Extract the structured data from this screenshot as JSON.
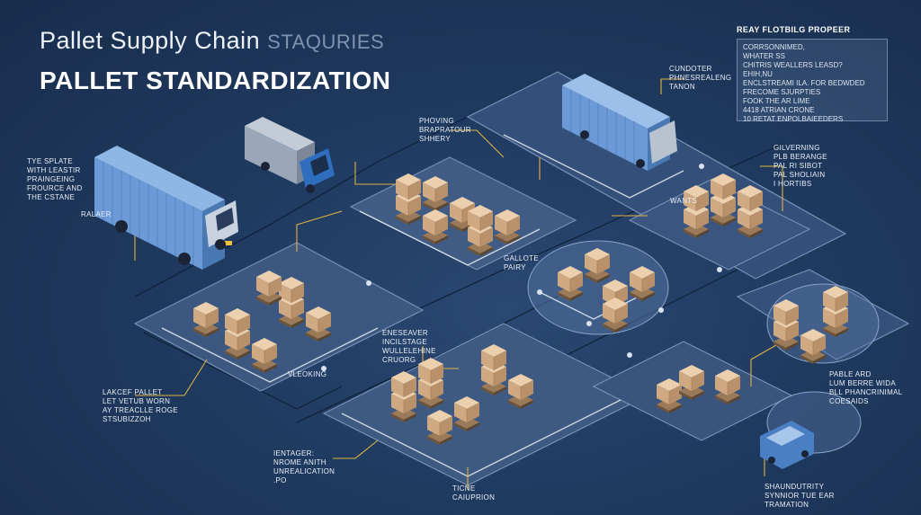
{
  "title": {
    "line1_main": "Pallet Supply Chain",
    "line1_ghost": "STAQURIES",
    "line2": "PALLET STANDARDIZATION"
  },
  "panel": {
    "heading": "REAY FLOTBILG PROPEER",
    "items": [
      "CORRSONNIMED,",
      "WHATER SS",
      "CHITRIS WEALLERS LEASD?",
      "EHIH,NU",
      "ENCLSTREAMI ILA. FOR BEDWDED",
      "FRECOME SJURPTIES",
      "FOOK THE AR LIME",
      "4418 ATRIAN CRONE",
      "10 RETAT ENPOLBAIEEDERS"
    ]
  },
  "labels": {
    "left_top": "TYE SPLATE\nWITH LEASTIR\nPRAINGEING\nFROURCE AND\nTHE CSTANE",
    "truck_left": "RALAER",
    "center_top": "PHOVING\nBRAPRATOUR\nSHHERY",
    "truck_top": "CUNDOTER\nPHNESREALENG\nTANON",
    "right_top": "GILVERNING\nPLB BERANGE\nPAL RI SIBOT\nPAL SHOLIAIN\nI HORTIBS",
    "wants": "WANTS",
    "gallote": "GALLOTE\nPAIRY",
    "vlecking": "VLEOKING",
    "center_mid": "ENESEAVER\nINCILSTAGE\nWULLELEHINE\nCRUORG",
    "left_bottom": "LAKCEF PALLET\nLET VETUB WORN\nAY TREACLLE ROGE\nSTSUBIZZOH",
    "right_mid": "PABLE ARD\nLUM BERRE WIDA\nBLL PHANCRINIMAL\nCOESAIDS",
    "bottom_left": "IENTAGER:\nNROME ANITH\nUNREALICATION\n.PO",
    "bottom_center": "TICNE\nCAIUPRION",
    "bottom_right": "SHAUNDUTRITY\nSYNNIOR TUE EAR\nTRAMATION"
  },
  "colors": {
    "background": "#1f3a5f",
    "platform": "#3f5a82",
    "platform_edge": "#6d87ad",
    "box": "#d9b896",
    "truck_container": "#5f8fcf",
    "connector": "#e0b341"
  }
}
